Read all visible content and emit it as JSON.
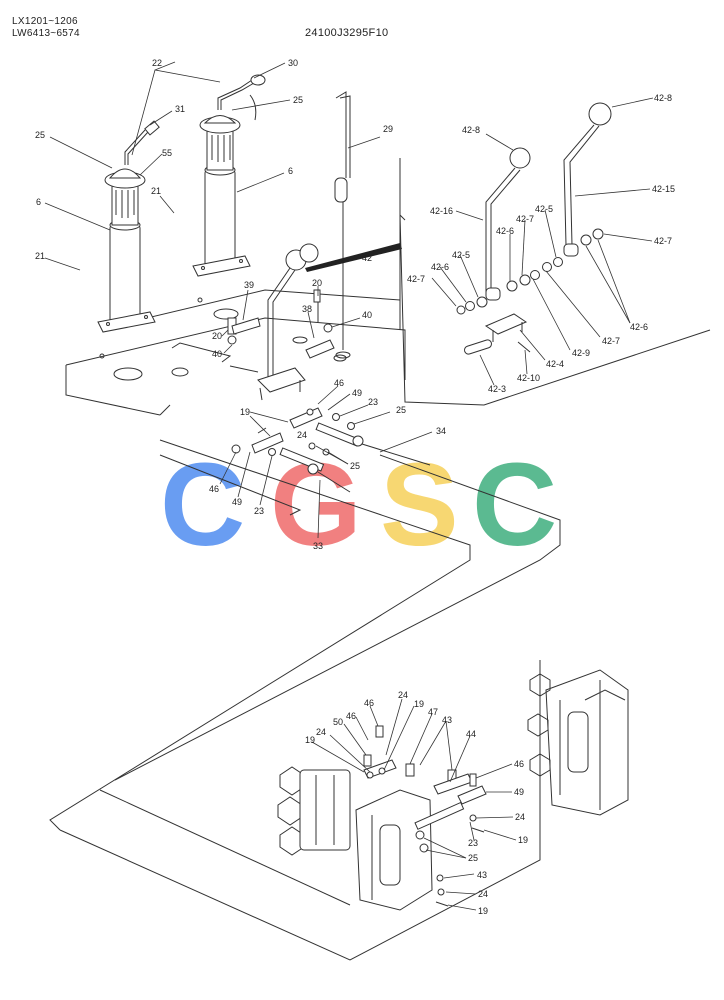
{
  "header": {
    "model_line_1": "LX1201~1206",
    "model_line_2": "LW6413~6574",
    "drawing_code": "24100J3295F10"
  },
  "watermark": {
    "letters": [
      "C",
      "G",
      "S",
      "C"
    ],
    "colors": [
      "#4f8cf0",
      "#ef6b6b",
      "#f6d15a",
      "#3fae7e"
    ]
  },
  "callouts": {
    "c22": "22",
    "c30": "30",
    "c25a": "25",
    "c31": "31",
    "c25b": "25",
    "c55": "55",
    "c6a": "6",
    "c21a": "21",
    "c6b": "6",
    "c21b": "21",
    "c29": "29",
    "c42": "42",
    "c20a": "20",
    "c40a": "40",
    "c39": "39",
    "c38": "38",
    "c20b": "20",
    "c40b": "40",
    "c46a": "46",
    "c49a": "49",
    "c23a": "23",
    "c25c": "25",
    "c19a": "19",
    "c24a": "24",
    "c34": "34",
    "c25d": "25",
    "c46b": "46",
    "c49b": "49",
    "c23b": "23",
    "c33": "33",
    "k42_8a": "42-8",
    "k42_8b": "42-8",
    "k42_16": "42-16",
    "k42_15": "42-15",
    "k42_7a": "42-7",
    "k42_5a": "42-5",
    "k42_6a": "42-6",
    "k42_5b": "42-5",
    "k42_6b": "42-6",
    "k42_7b": "42-7",
    "k42_7c": "42-7",
    "k42_6c": "42-6",
    "k42_7d": "42-7",
    "k42_9": "42-9",
    "k42_4": "42-4",
    "k42_10": "42-10",
    "k42_3": "42-3",
    "b24a": "24",
    "b46a": "46",
    "b50": "50",
    "b46b": "46",
    "b19a": "19",
    "b24b": "24",
    "b19b": "19",
    "b47": "47",
    "b43a": "43",
    "b44": "44",
    "b46c": "46",
    "b49": "49",
    "b24c": "24",
    "b23": "23",
    "b19c": "19",
    "b25": "25",
    "b43b": "43",
    "b24d": "24",
    "b19d": "19"
  }
}
